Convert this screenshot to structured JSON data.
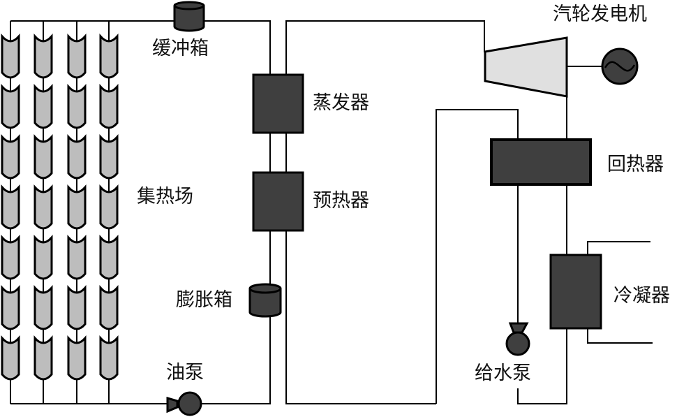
{
  "labels": {
    "buffer_tank": "缓冲箱",
    "collector_field": "集热场",
    "evaporator": "蒸发器",
    "preheater": "预热器",
    "expansion_tank": "膨胀箱",
    "oil_pump": "油泵",
    "turbine_generator": "汽轮发电机",
    "regenerator": "回热器",
    "condenser": "冷凝器",
    "feed_pump": "给水泵"
  },
  "colors": {
    "line": "#000000",
    "equipment_fill": "#3f3f3f",
    "collector_fill": "#bdbdbd",
    "turbine_fill": "#e0e0e0"
  },
  "collector_field": {
    "columns": 4,
    "rows": 7
  }
}
